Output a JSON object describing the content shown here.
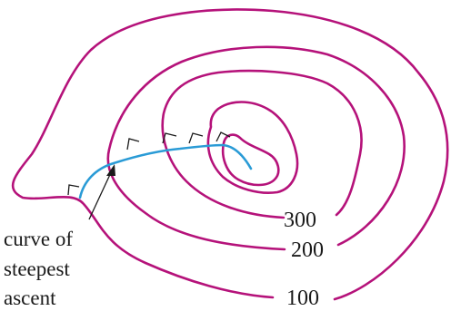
{
  "contour_labels": {
    "level_300": "300",
    "level_200": "200",
    "level_100": "100"
  },
  "caption": {
    "line1": "curve of",
    "line2": "steepest",
    "line3": "ascent"
  },
  "colors": {
    "contour": "#b5127a",
    "ascent_curve": "#2a9bd6",
    "text": "#1a1a1a"
  }
}
